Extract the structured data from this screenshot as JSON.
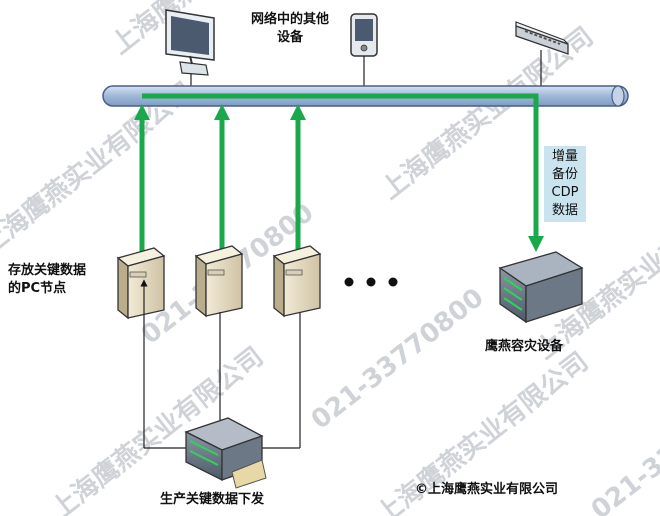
{
  "labels": {
    "other_devices_line1": "网络中的其他",
    "other_devices_line2": "设备",
    "pc_nodes_line1": "存放关键数据",
    "pc_nodes_line2": "的PC节点",
    "incremental_backup": [
      "增量",
      "备份",
      "CDP",
      "数据"
    ],
    "disaster_device": "鹰燕容灾设备",
    "production_data": "生产关键数据下发",
    "ellipsis": "• • •",
    "copyright": "©上海鹰燕实业有限公司"
  },
  "watermarks": {
    "company": "上海鹰燕实业有限公司",
    "phone": "021-33770800"
  },
  "colors": {
    "bus_fill": "#a8bfdc",
    "bus_stroke": "#4a5f85",
    "flow_arrow": "#1aa84a",
    "watermark": "#cfd3d8",
    "cdp_box": "#c9e4ee"
  }
}
